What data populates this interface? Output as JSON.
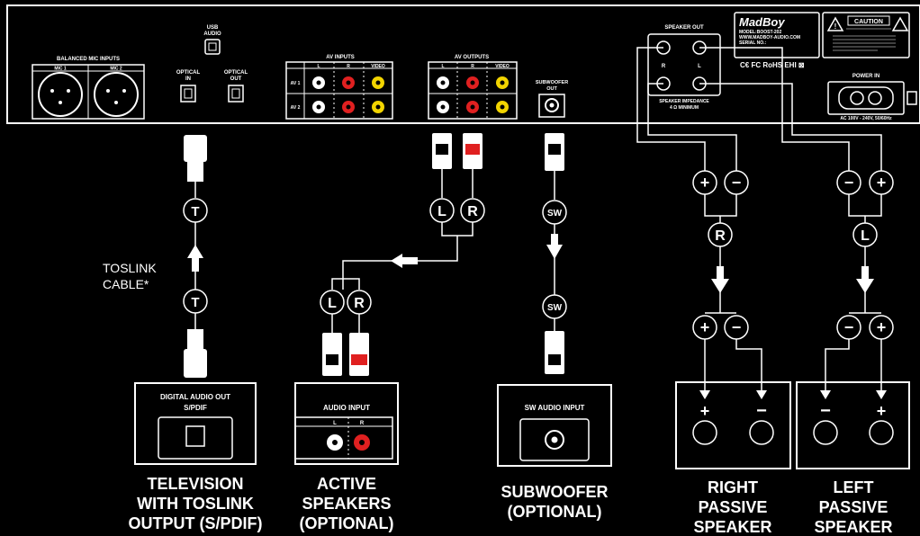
{
  "panel": {
    "balanced_mic_inputs": "BALANCED MIC INPUTS",
    "mic1": "MIC 1",
    "mic2": "MIC 2",
    "usb_audio_line1": "USB",
    "usb_audio_line2": "AUDIO",
    "optical_in_line1": "OPTICAL",
    "optical_in_line2": "IN",
    "optical_out_line1": "OPTICAL",
    "optical_out_line2": "OUT",
    "av_inputs": "AV INPUTS",
    "av_outputs": "AV OUTPUTS",
    "col_l": "L",
    "col_r": "R",
    "col_video": "VIDEO",
    "av1": "AV 1",
    "av2": "AV 2",
    "subwoofer_out_line1": "SUBWOOFER",
    "subwoofer_out_line2": "OUT",
    "speaker_out": "SPEAKER OUT",
    "speaker_r": "R",
    "speaker_l": "L",
    "speaker_impedance_line1": "SPEAKER IMPEDANCE",
    "speaker_impedance_line2": "4 Ω MINIMUM",
    "brand": "MadBoy",
    "model": "MODEL:BOOST-202",
    "website": "WWW.MADBOY-AUDIO.COM",
    "serial": "SERIAL NO.:",
    "certifications": "C€ FC RoHS EHI ⊠",
    "caution": "CAUTION",
    "power_in": "POWER IN",
    "power_spec": "AC 100V - 240V, 50/60Hz"
  },
  "labels": {
    "toslink_t": "T",
    "toslink_cable_line1": "TOSLINK",
    "toslink_cable_line2": "CABLE*",
    "plug_l": "L",
    "plug_r": "R",
    "plug_sw": "SW",
    "plus": "+",
    "minus": "−"
  },
  "devices": {
    "tv_box_line1": "DIGITAL AUDIO OUT",
    "tv_box_line2": "S/PDIF",
    "active_box": "AUDIO INPUT",
    "active_l": "L",
    "active_r": "R",
    "sw_box": "SW AUDIO INPUT"
  },
  "captions": {
    "tv": [
      "TELEVISION",
      "WITH TOSLINK",
      "OUTPUT (S/PDIF)"
    ],
    "active": [
      "ACTIVE",
      "SPEAKERS",
      "(OPTIONAL)"
    ],
    "subwoofer": [
      "SUBWOOFER",
      "(OPTIONAL)"
    ],
    "right": [
      "RIGHT",
      "PASSIVE",
      "SPEAKER"
    ],
    "left": [
      "LEFT",
      "PASSIVE",
      "SPEAKER"
    ]
  },
  "colors": {
    "red": "#e02020",
    "yellow": "#f2d400",
    "white": "#ffffff"
  }
}
